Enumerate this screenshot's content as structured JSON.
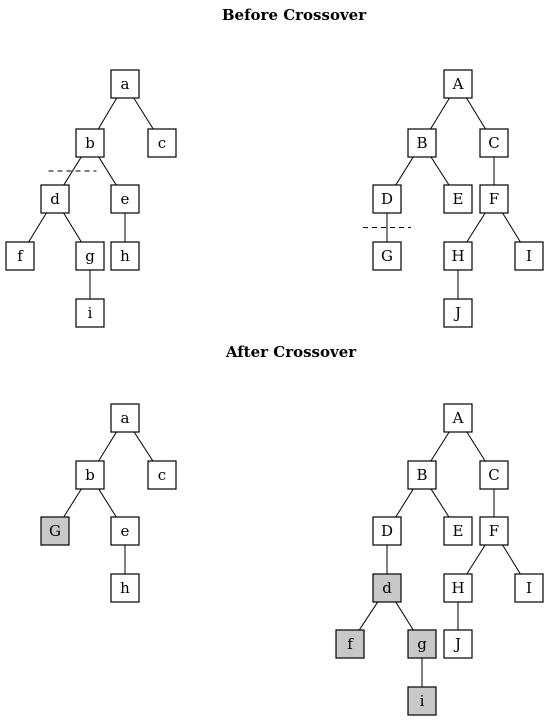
{
  "titles": {
    "before": "Before Crossover",
    "after": "After Crossover"
  },
  "colors": {
    "node_fill": "#ffffff",
    "swapped_fill": "#c8c8c8",
    "stroke": "#000000"
  },
  "trees": [
    {
      "id": "before-left",
      "nodes": [
        {
          "id": "a",
          "label": "a"
        },
        {
          "id": "b",
          "label": "b"
        },
        {
          "id": "c",
          "label": "c"
        },
        {
          "id": "d",
          "label": "d"
        },
        {
          "id": "e",
          "label": "e"
        },
        {
          "id": "f",
          "label": "f"
        },
        {
          "id": "g",
          "label": "g"
        },
        {
          "id": "h",
          "label": "h"
        },
        {
          "id": "i",
          "label": "i"
        }
      ],
      "edges": [
        [
          "a",
          "b"
        ],
        [
          "a",
          "c"
        ],
        [
          "b",
          "d"
        ],
        [
          "b",
          "e"
        ],
        [
          "d",
          "f"
        ],
        [
          "d",
          "g"
        ],
        [
          "e",
          "h"
        ],
        [
          "g",
          "i"
        ]
      ],
      "cut_edge": [
        "b",
        "d"
      ]
    },
    {
      "id": "before-right",
      "nodes": [
        {
          "id": "A",
          "label": "A"
        },
        {
          "id": "B",
          "label": "B"
        },
        {
          "id": "C",
          "label": "C"
        },
        {
          "id": "D",
          "label": "D"
        },
        {
          "id": "E",
          "label": "E"
        },
        {
          "id": "F",
          "label": "F"
        },
        {
          "id": "G",
          "label": "G"
        },
        {
          "id": "H",
          "label": "H"
        },
        {
          "id": "I",
          "label": "I"
        },
        {
          "id": "J",
          "label": "J"
        }
      ],
      "edges": [
        [
          "A",
          "B"
        ],
        [
          "A",
          "C"
        ],
        [
          "B",
          "D"
        ],
        [
          "B",
          "E"
        ],
        [
          "C",
          "F"
        ],
        [
          "D",
          "G"
        ],
        [
          "F",
          "H"
        ],
        [
          "F",
          "I"
        ],
        [
          "H",
          "J"
        ]
      ],
      "cut_edge": [
        "D",
        "G"
      ]
    },
    {
      "id": "after-left",
      "nodes": [
        {
          "id": "a",
          "label": "a"
        },
        {
          "id": "b",
          "label": "b"
        },
        {
          "id": "c",
          "label": "c"
        },
        {
          "id": "G",
          "label": "G",
          "swapped": true
        },
        {
          "id": "e",
          "label": "e"
        },
        {
          "id": "h",
          "label": "h"
        }
      ],
      "edges": [
        [
          "a",
          "b"
        ],
        [
          "a",
          "c"
        ],
        [
          "b",
          "G"
        ],
        [
          "b",
          "e"
        ],
        [
          "e",
          "h"
        ]
      ]
    },
    {
      "id": "after-right",
      "nodes": [
        {
          "id": "A",
          "label": "A"
        },
        {
          "id": "B",
          "label": "B"
        },
        {
          "id": "C",
          "label": "C"
        },
        {
          "id": "D",
          "label": "D"
        },
        {
          "id": "E",
          "label": "E"
        },
        {
          "id": "F",
          "label": "F"
        },
        {
          "id": "d",
          "label": "d",
          "swapped": true
        },
        {
          "id": "H",
          "label": "H"
        },
        {
          "id": "I",
          "label": "I"
        },
        {
          "id": "f",
          "label": "f",
          "swapped": true
        },
        {
          "id": "g",
          "label": "g",
          "swapped": true
        },
        {
          "id": "J",
          "label": "J"
        },
        {
          "id": "i",
          "label": "i",
          "swapped": true
        }
      ],
      "edges": [
        [
          "A",
          "B"
        ],
        [
          "A",
          "C"
        ],
        [
          "B",
          "D"
        ],
        [
          "B",
          "E"
        ],
        [
          "C",
          "F"
        ],
        [
          "D",
          "d"
        ],
        [
          "F",
          "H"
        ],
        [
          "F",
          "I"
        ],
        [
          "d",
          "f"
        ],
        [
          "d",
          "g"
        ],
        [
          "H",
          "J"
        ],
        [
          "g",
          "i"
        ]
      ]
    }
  ]
}
